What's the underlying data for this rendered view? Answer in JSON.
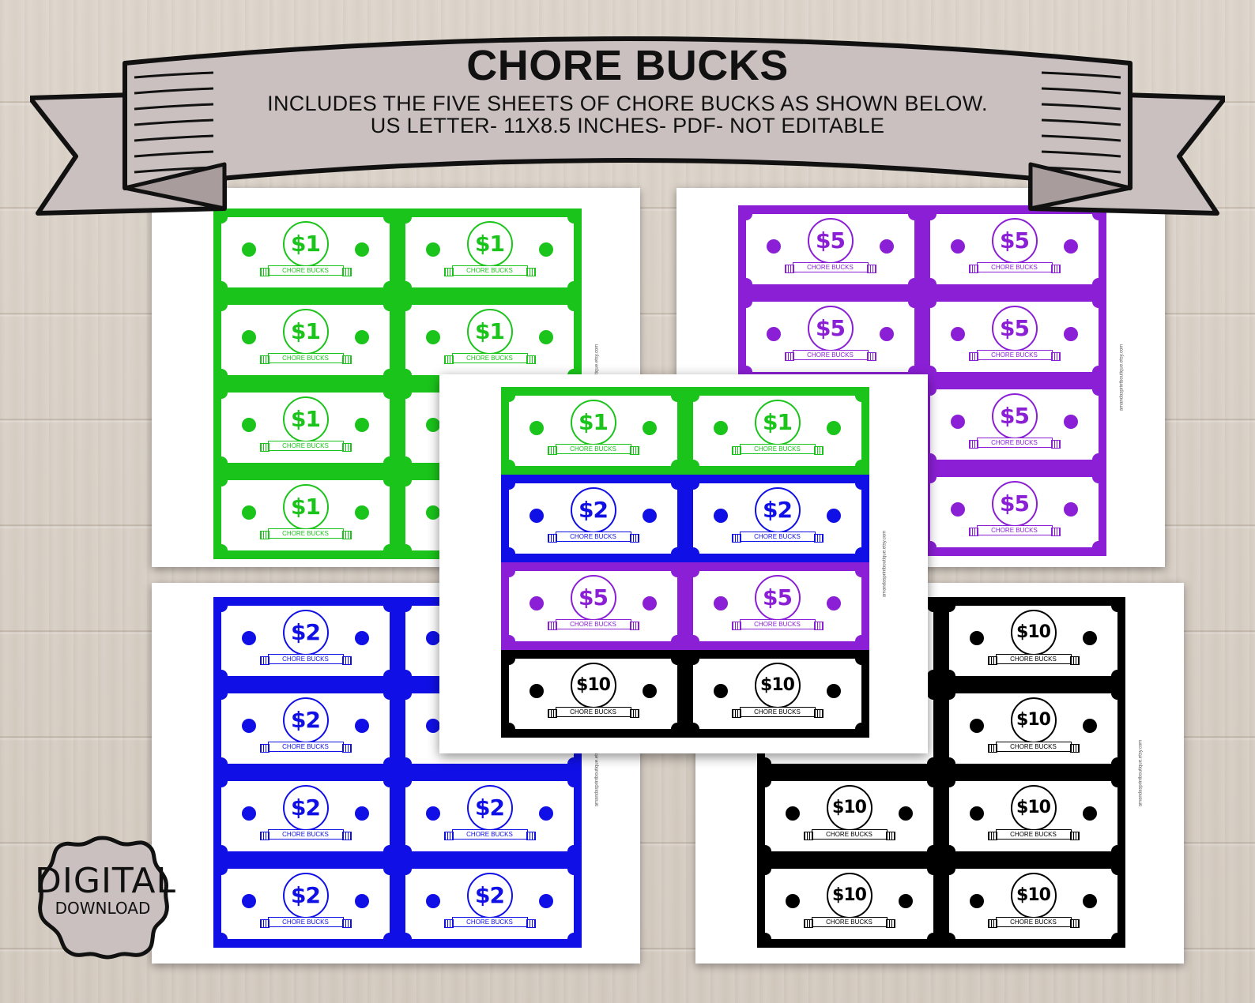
{
  "banner": {
    "title": "CHORE BUCKS",
    "line1": "INCLUDES THE FIVE SHEETS OF CHORE BUCKS AS SHOWN BELOW.",
    "line2": "US LETTER- 11X8.5 INCHES- PDF- NOT EDITABLE"
  },
  "badge": {
    "line1": "DIGITAL",
    "line2": "DOWNLOAD"
  },
  "bill_label": "CHORE BUCKS",
  "sheet_credit": "amandasprintboutique.etsy.com",
  "colors": {
    "green": "#1bc41b",
    "blue": "#1010e6",
    "purple": "#8b1fd6",
    "black": "#000000",
    "banner": "#cbc0c0",
    "background": "#d8d0c6"
  },
  "sheets": [
    {
      "name": "sheet-one-dollar",
      "denom": "$1",
      "color": "green"
    },
    {
      "name": "sheet-five-dollar",
      "denom": "$5",
      "color": "purple"
    },
    {
      "name": "sheet-two-dollar",
      "denom": "$2",
      "color": "blue"
    },
    {
      "name": "sheet-ten-dollar",
      "denom": "$10",
      "color": "black"
    },
    {
      "name": "sheet-mixed",
      "rows": [
        {
          "denom": "$1",
          "color": "green"
        },
        {
          "denom": "$2",
          "color": "blue"
        },
        {
          "denom": "$5",
          "color": "purple"
        },
        {
          "denom": "$10",
          "color": "black"
        }
      ]
    }
  ]
}
